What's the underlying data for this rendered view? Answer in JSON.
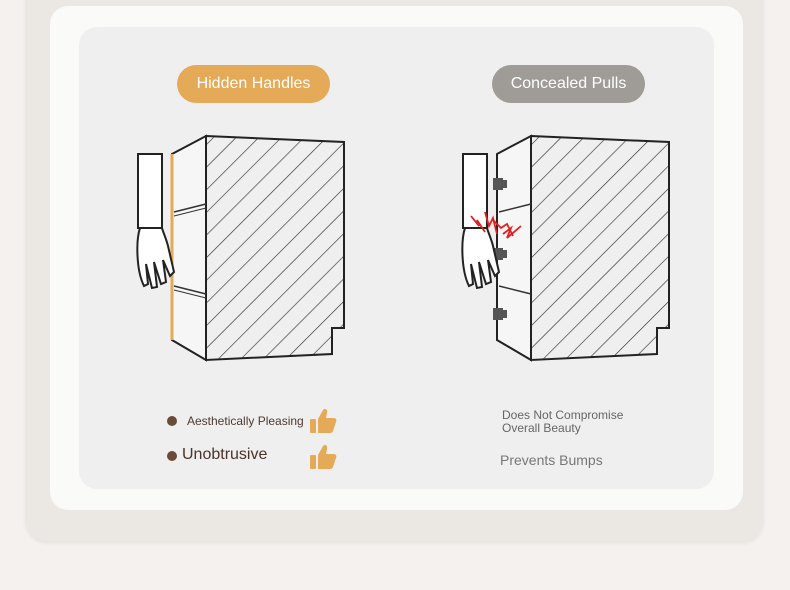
{
  "left": {
    "title": "Hidden Handles",
    "pros": [
      "Aesthetically Pleasing",
      "Unobtrusive"
    ]
  },
  "right": {
    "title": "Concealed Pulls",
    "points": [
      "Does Not Compromise",
      "Overall Beauty",
      "Prevents Bumps"
    ]
  },
  "colors": {
    "accent": "#e4aa58",
    "gray_pill": "#9f9c98",
    "warning": "#e02020"
  },
  "icons": [
    "thumbs-up-icon",
    "hand-icon",
    "cabinet-icon"
  ]
}
